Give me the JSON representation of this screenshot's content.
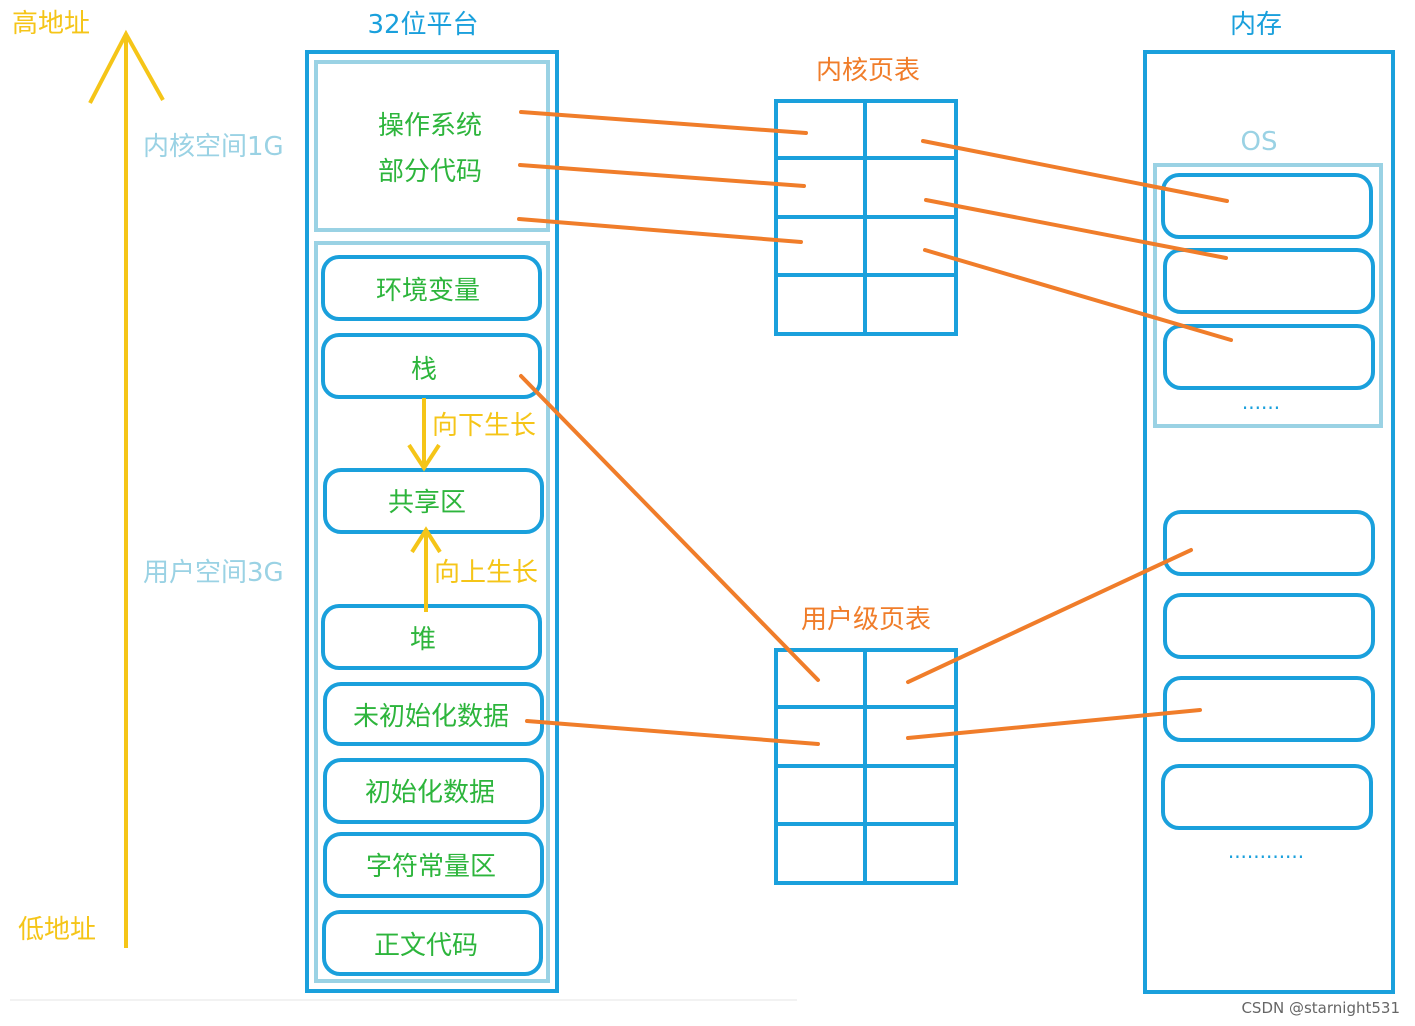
{
  "left_axis": {
    "high_label": "高地址",
    "low_label": "低地址",
    "kernel_space_label": "内核空间1G",
    "user_space_label": "用户空间3G"
  },
  "platform": {
    "title": "32位平台",
    "kernel_text_line1": "操作系统",
    "kernel_text_line2": "部分代码",
    "segments": [
      "环境变量",
      "栈",
      "共享区",
      "堆",
      "未初始化数据",
      "初始化数据",
      "字符常量区",
      "正文代码"
    ],
    "grow_down_label": "向下生长",
    "grow_up_label": "向上生长"
  },
  "kernel_page_table": {
    "title": "内核页表"
  },
  "user_page_table": {
    "title": "用户级页表"
  },
  "memory": {
    "title": "内存",
    "os_label": "OS",
    "os_ellipsis": "......",
    "bottom_ellipsis": "............"
  },
  "watermark": "CSDN @starnight531",
  "colors": {
    "yellow": "#f5c518",
    "blue": "#1aa0dc",
    "light_blue": "#9ad2e4",
    "green": "#2db53c",
    "orange": "#f07d2a"
  }
}
